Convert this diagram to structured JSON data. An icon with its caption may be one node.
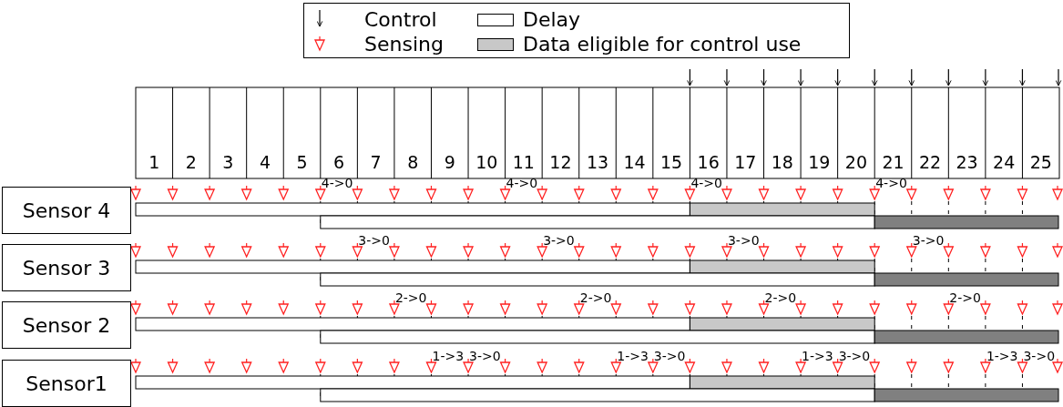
{
  "diagram": {
    "nodes": [
      {
        "text": [
          "Sensor 4"
        ]
      },
      {
        "text": [
          "Sensor 3"
        ]
      },
      {
        "text": [
          "Sensor 2"
        ]
      },
      {
        "text": [
          "Sensor1"
        ]
      }
    ],
    "labels": [
      "1",
      "2",
      "3",
      "4",
      "5",
      "6",
      "7",
      "8",
      "9",
      "10",
      "11",
      "12",
      "13",
      "14",
      "15",
      "16",
      "17",
      "18",
      "19",
      "20",
      "21",
      "22",
      "23",
      "24",
      "25",
      "4->0",
      "4->0",
      "4->0",
      "4->0",
      "3->0",
      "3->0",
      "3->0",
      "3->0",
      "2->0",
      "2->0",
      "2->0",
      "2->0",
      "1->3",
      "3->0",
      "1->3",
      "3->0",
      "1->3",
      "3->0",
      "1->3",
      "3->0"
    ],
    "legend": [
      {
        "text": "Control"
      },
      {
        "text": "Sensing"
      },
      {
        "text": "Delay",
        "color": "#ffffff"
      },
      {
        "text": "Data eligible for control use",
        "color": "#c8c8c8"
      }
    ]
  }
}
